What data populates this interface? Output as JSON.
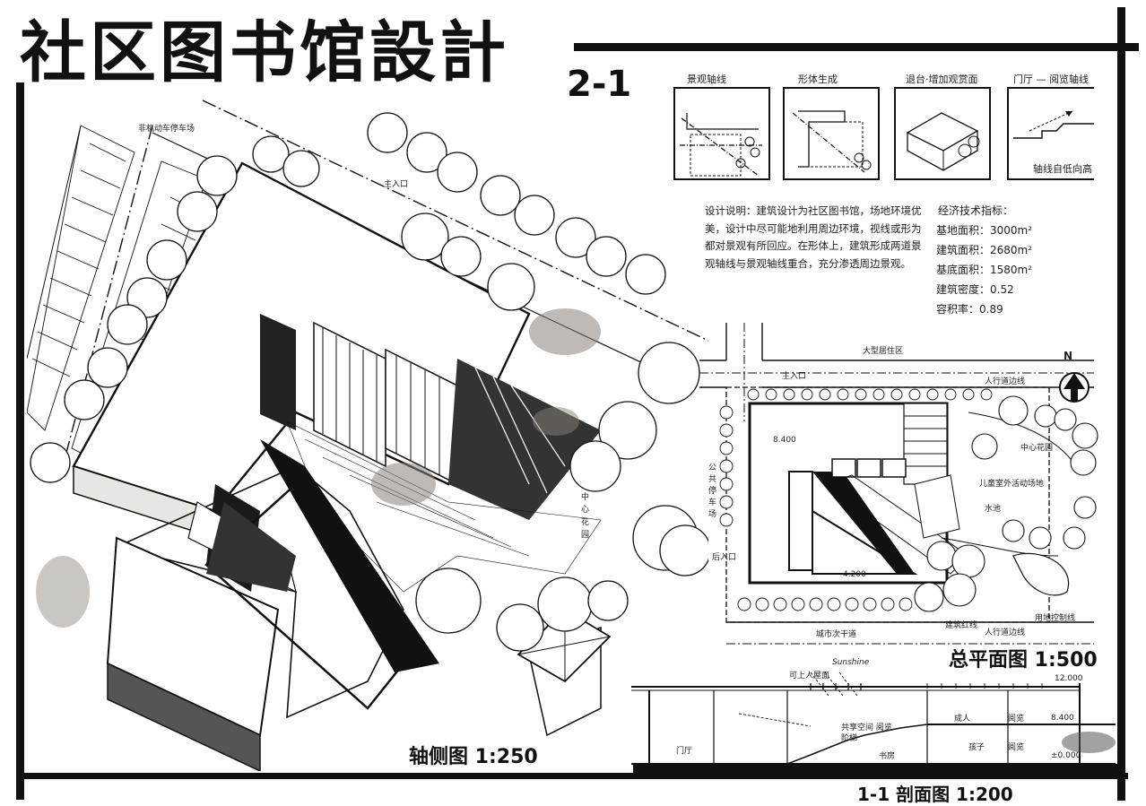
{
  "title": "社区图书馆設計",
  "subtitle": "2-1",
  "diagrams": [
    {
      "label": "景观轴线"
    },
    {
      "label": "形体生成"
    },
    {
      "label": "退台·增加观赏面"
    },
    {
      "label": "门厅 — 阅览轴线",
      "note": "轴线自低向高"
    }
  ],
  "design_notes": {
    "text": "设计说明：建筑设计为社区图书馆，场地环境优美，设计中尽可能地利用周边环境，视线或形为都对景观有所回应。在形体上，建筑形成两道景观轴线与景观轴线重合，充分渗透周边景观。"
  },
  "economics": {
    "title": "经济技术指标：",
    "rows": [
      {
        "label": "基地面积：",
        "value": "3000m²"
      },
      {
        "label": "建筑面积：",
        "value": "2680m²"
      },
      {
        "label": "基底面积：",
        "value": "1580m²"
      },
      {
        "label": "建筑密度：",
        "value": "0.52"
      },
      {
        "label": "容积率：",
        "value": "0.89"
      }
    ]
  },
  "axonometric": {
    "scale_label": "轴侧图 1:250",
    "labels": {
      "parking": "非机动车停车场",
      "entrance": "主入口",
      "garden": "中心花园"
    }
  },
  "site_plan": {
    "scale_label": "总平面图 1:500",
    "north": "N",
    "labels": {
      "residential": "大型居住区",
      "entrance": "主入口",
      "pedestrian_top": "人行道边线",
      "garden": "中心花园",
      "kids": "儿童室外活动场地",
      "pool": "水池",
      "parking": "公共停车场",
      "back_entrance": "后入口",
      "road": "城市次干道",
      "setback": "建筑红线",
      "pedestrian_bottom": "人行道边线",
      "boundary": "用地控制线",
      "elev_1": "8.400",
      "elev_2": "4.200"
    }
  },
  "section": {
    "scale_label": "1-1 剖面图 1:200",
    "labels": {
      "roof": "可上人屋面",
      "sun": "Sunshine",
      "adult": "成人",
      "read_1": "阅览",
      "child": "孩子",
      "read_2": "阅览",
      "lobby": "门厅",
      "stair": "共享空间 阅览阶梯",
      "storage": "书房",
      "elev_top": "12.000",
      "elev_mid": "8.400",
      "elev_0": "±0.000"
    }
  },
  "colors": {
    "ink": "#111111",
    "gray_marker": "#8a8278",
    "paper": "#ffffff"
  }
}
